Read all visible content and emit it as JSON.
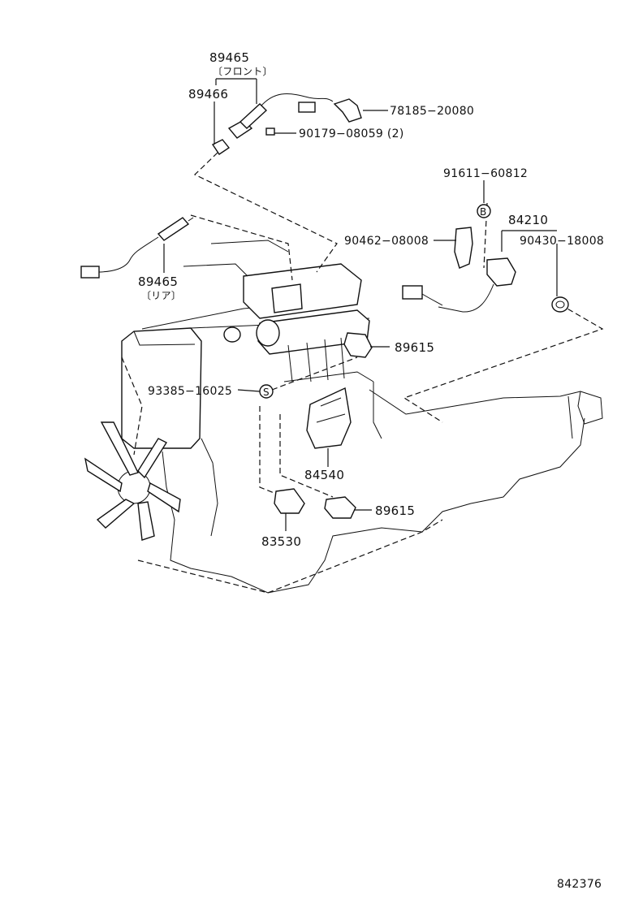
{
  "diagram": {
    "parts": {
      "p89465_front": "89465",
      "front_note": "〔フロント〕",
      "p89466": "89466",
      "p78185": "78185−20080",
      "p90179": "90179−08059 (2)",
      "p91611": "91611−60812",
      "p84210": "84210",
      "p90462": "90462−08008",
      "p90430": "90430−18008",
      "p89465_rear": "89465",
      "rear_note": "〔リア〕",
      "p89615_a": "89615",
      "p93385": "93385−16025",
      "p84540": "84540",
      "p89615_b": "89615",
      "p83530": "83530"
    },
    "symbols": {
      "b_mark": "B",
      "s_mark": "S"
    },
    "drawing_number": "842376"
  }
}
